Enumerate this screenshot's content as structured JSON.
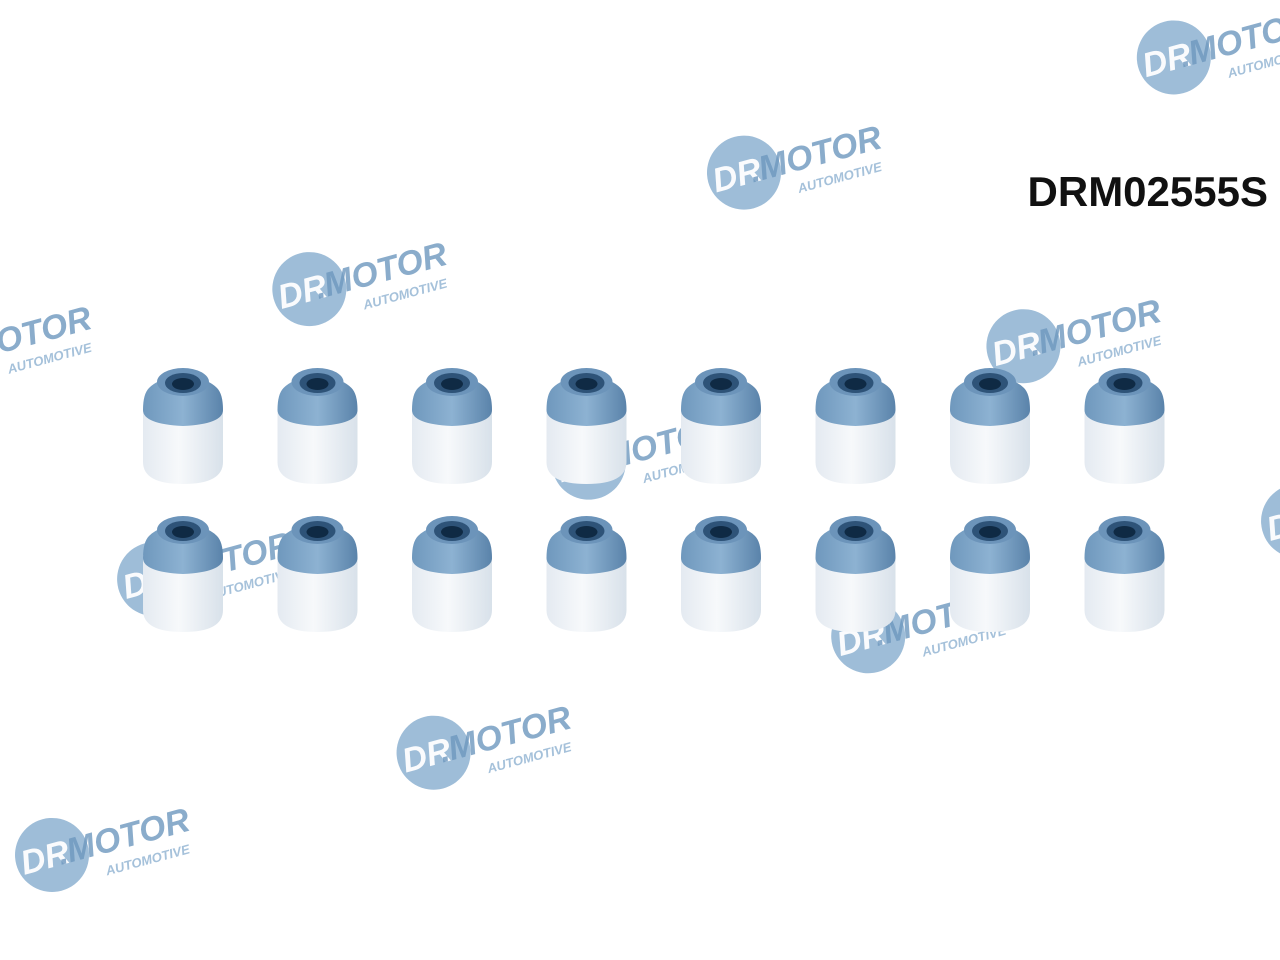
{
  "product": {
    "code": "DRM02555S",
    "item_count": 16
  },
  "watermark": {
    "brand_left": "DR",
    "brand_right": "MOTOR",
    "tagline": "AUTOMOTIVE",
    "color": "#7ea6c8"
  },
  "colors": {
    "seal_rubber": "#5b86ad",
    "seal_rubber_dark": "#2f5479",
    "seal_body": "#dfe7ef",
    "background": "#ffffff"
  }
}
